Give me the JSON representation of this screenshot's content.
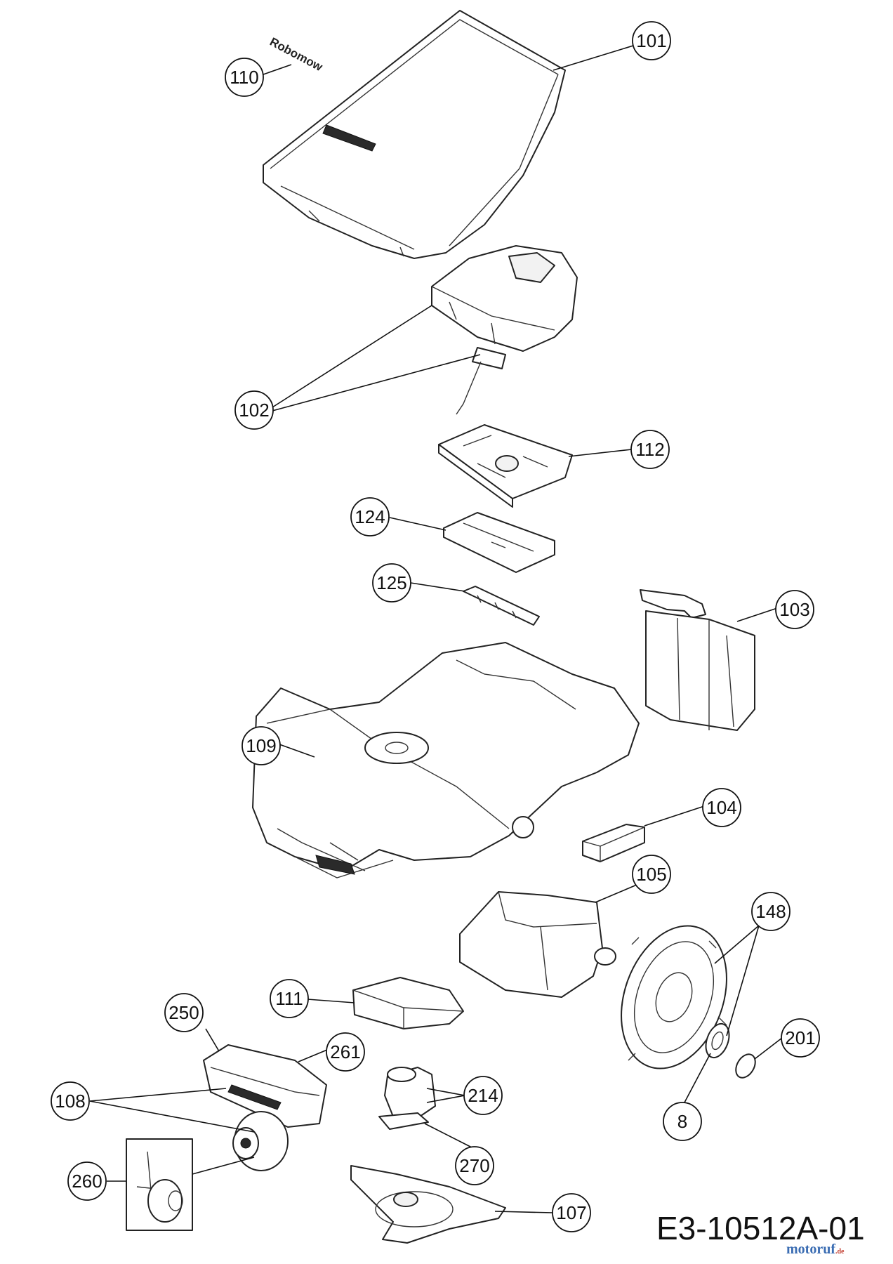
{
  "drawing_code": "E3-10512A-01",
  "watermark": {
    "brand": "motoruf",
    "tld": ".de"
  },
  "logo_text": "Robomow",
  "callouts": [
    {
      "id": "101",
      "label": "101"
    },
    {
      "id": "110",
      "label": "110"
    },
    {
      "id": "102",
      "label": "102"
    },
    {
      "id": "112",
      "label": "112"
    },
    {
      "id": "124",
      "label": "124"
    },
    {
      "id": "125",
      "label": "125"
    },
    {
      "id": "103",
      "label": "103"
    },
    {
      "id": "109",
      "label": "109"
    },
    {
      "id": "104",
      "label": "104"
    },
    {
      "id": "105",
      "label": "105"
    },
    {
      "id": "148",
      "label": "148"
    },
    {
      "id": "111",
      "label": "111"
    },
    {
      "id": "250",
      "label": "250"
    },
    {
      "id": "261",
      "label": "261"
    },
    {
      "id": "201",
      "label": "201"
    },
    {
      "id": "214",
      "label": "214"
    },
    {
      "id": "108",
      "label": "108"
    },
    {
      "id": "8",
      "label": "8"
    },
    {
      "id": "270",
      "label": "270"
    },
    {
      "id": "260",
      "label": "260"
    },
    {
      "id": "107",
      "label": "107"
    }
  ]
}
